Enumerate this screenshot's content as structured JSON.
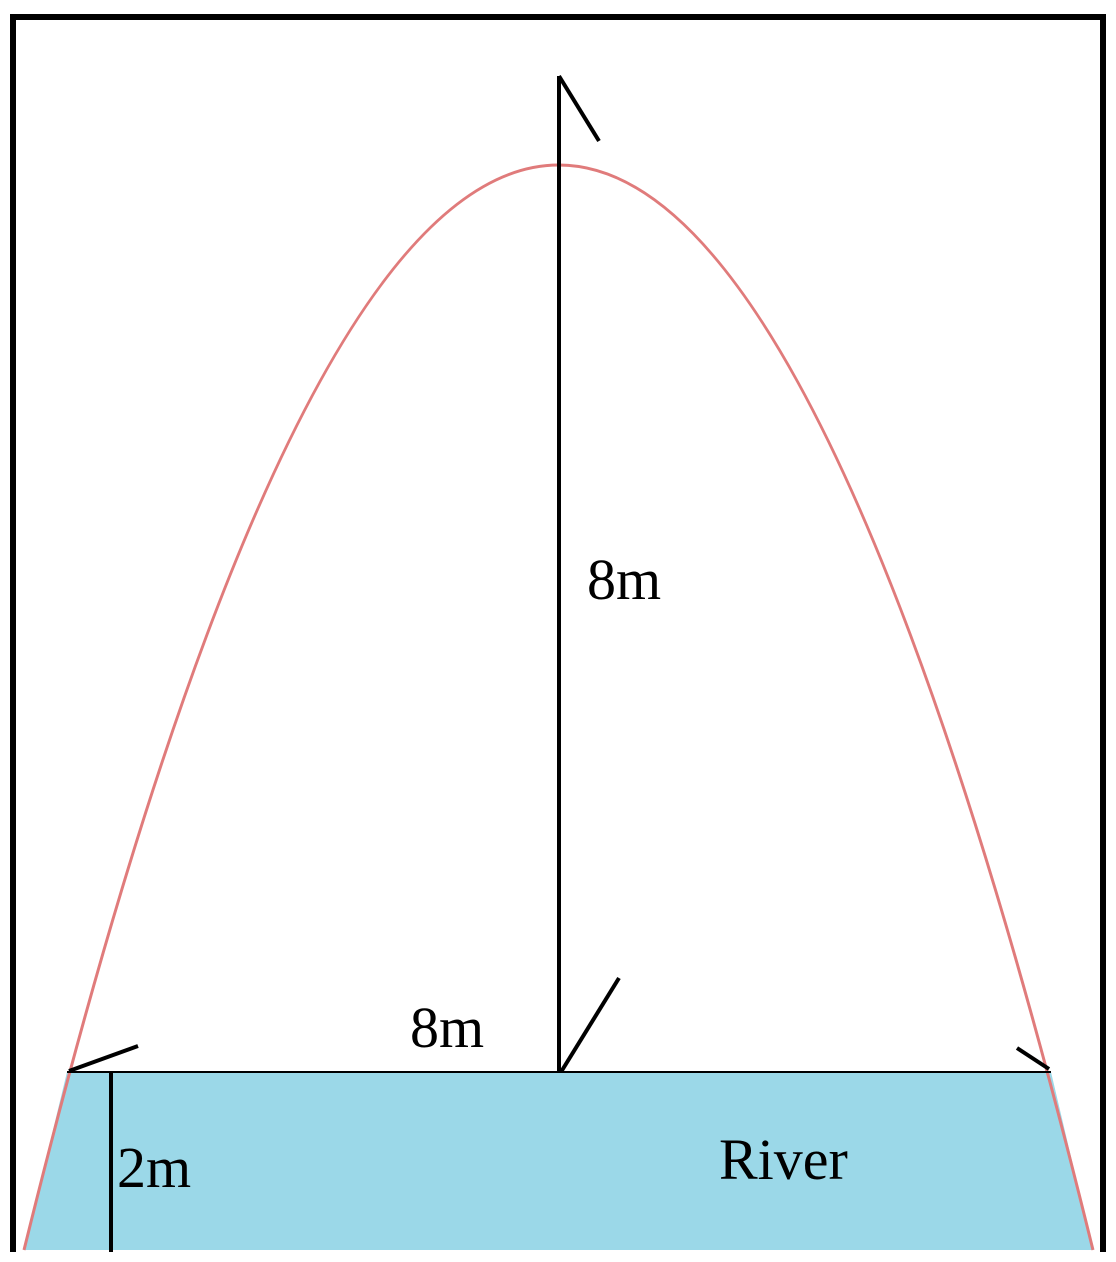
{
  "labels": {
    "height": "8m",
    "half_width": "8m",
    "water_depth": "2m",
    "river": "River"
  },
  "colors": {
    "frame": "#000000",
    "arch": "#e07b7b",
    "water": "#9bd8e8",
    "dimension": "#000000"
  }
}
